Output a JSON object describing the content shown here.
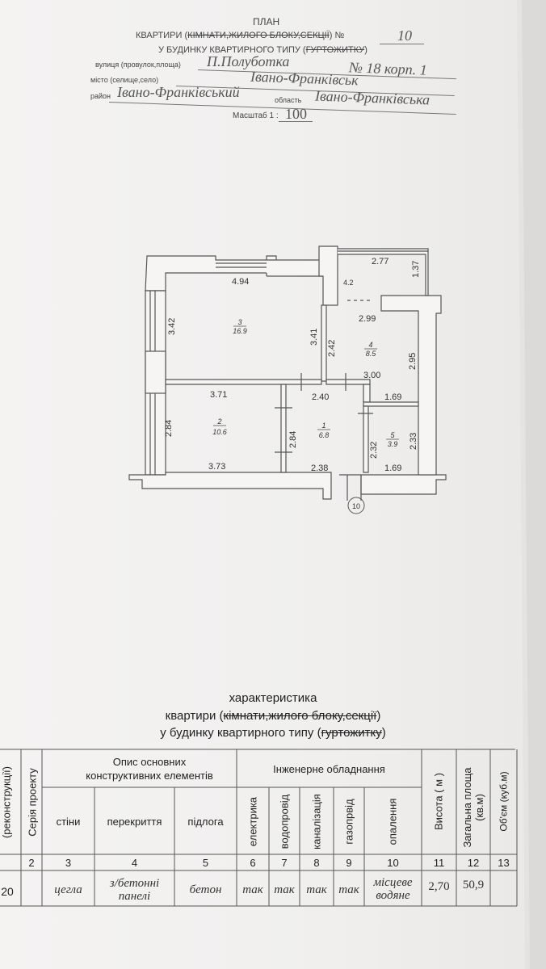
{
  "header": {
    "title": "ПЛАН",
    "line1_pre": "КВАРТИРИ (",
    "line1_strike": "КІМНАТИ,ЖИЛОГО БЛОКУ,СЕКЦІЇ",
    "line1_post": ") №",
    "apartment_no": "10",
    "line2_pre": "У БУДИНКУ КВАРТИРНОГО ТИПУ (",
    "line2_strike": "ГУРТОЖИТКУ",
    "line2_post": ")",
    "street_label": "вулиця (провулок,площа)",
    "street_value": "П.Полуботка",
    "house_value": "№ 18 корп. 1",
    "city_label": "місто (селище,село)",
    "city_value": "Івано-Франківськ",
    "district_label": "район",
    "district_value": "Івано-Франківський",
    "region_label": "область",
    "region_value": "Івано-Франківська",
    "scale_label": "Масштаб 1 :",
    "scale_value": "100"
  },
  "plan": {
    "dims": [
      "2.77",
      "1.37",
      "4.94",
      "4.2",
      "2.99",
      "3.42",
      "3.41",
      "2.42",
      "2.95",
      "3.00",
      "3.71",
      "2.40",
      "1.69",
      "2.84",
      "2.84",
      "2.32",
      "2.33",
      "3.73",
      "2.38",
      "1.69"
    ],
    "rooms": [
      {
        "no": "3",
        "area": "16.9"
      },
      {
        "no": "4",
        "area": "8.5"
      },
      {
        "no": "2",
        "area": "10.6"
      },
      {
        "no": "1",
        "area": "6.8"
      },
      {
        "no": "5",
        "area": "3.9"
      }
    ],
    "marker": "10"
  },
  "characteristics": {
    "title": "характеристика",
    "line2_pre": "квартири (",
    "line2_strike": "кімнати,жилого блоку,секції",
    "line2_post": ")",
    "line3_pre": "у будинку квартирного типу (",
    "line3_strike": "гуртожитку",
    "line3_post": ")"
  },
  "table": {
    "col0_header": "(реконструкції)",
    "col1_header": "Серія проекту",
    "group1_header": "Опис основних конструктивних елементів",
    "col3_header": "стіни",
    "col4_header": "перекриття",
    "col5_header": "підлога",
    "group2_header": "Інженерне обладнання",
    "col6_header": "електрика",
    "col7_header": "водопровід",
    "col8_header": "каналізація",
    "col9_header": "газопрвід",
    "col10_header": "опалення",
    "col11_header": "Висота ( м )",
    "col12_header": "Загальна площа (кв.м)",
    "col13_header": "Об'єм (куб.м)",
    "numbers": [
      "2",
      "3",
      "4",
      "5",
      "6",
      "7",
      "8",
      "9",
      "10",
      "11",
      "12",
      "13"
    ],
    "row": {
      "c0": "20",
      "c3": "цегла",
      "c4_l1": "з/бетонні",
      "c4_l2": "панелі",
      "c5": "бетон",
      "c6": "так",
      "c7": "так",
      "c8": "так",
      "c9": "так",
      "c10_l1": "місцеве",
      "c10_l2": "водяне",
      "c11": "2,70",
      "c12": "50,9",
      "c13": ""
    }
  }
}
